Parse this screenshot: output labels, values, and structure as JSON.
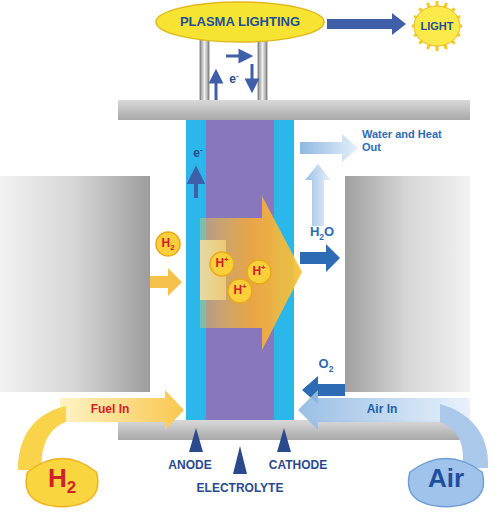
{
  "diagram": {
    "nodes": [
      {
        "text": [
          "PLASMA LIGHTING"
        ]
      },
      {
        "text": [
          "LIGHT"
        ]
      },
      {
        "text": [
          "H2"
        ]
      },
      {
        "text": [
          "H+"
        ]
      },
      {
        "text": [
          "H+"
        ]
      },
      {
        "text": [
          "H+"
        ]
      },
      {
        "text": [
          "H2"
        ]
      },
      {
        "text": [
          "Air"
        ]
      }
    ],
    "edges": [
      {
        "from": 0,
        "to": 1,
        "arrow": "to"
      }
    ],
    "labels": [
      "e-",
      "e-",
      "Water and Heat Out",
      "H2O",
      "O2",
      "Fuel In",
      "Air In",
      "ANODE",
      "ELECTROLYTE",
      "CATHODE"
    ]
  }
}
